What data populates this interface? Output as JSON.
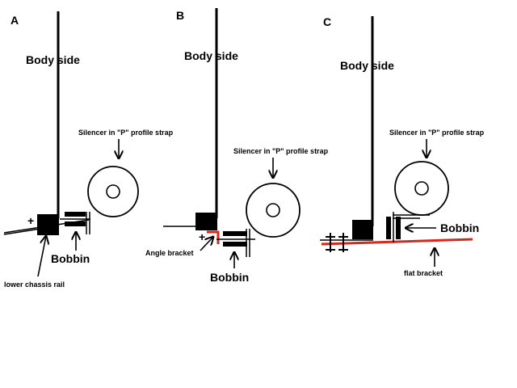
{
  "panels": {
    "a": {
      "letter": "A",
      "body_side": "Body side",
      "silencer": "Silencer in \"P\" profile strap",
      "bobbin": "Bobbin",
      "rail": "lower chassis rail"
    },
    "b": {
      "letter": "B",
      "body_side": "Body side",
      "silencer": "Silencer in \"P\" profile strap",
      "bracket": "Angle bracket",
      "bobbin": "Bobbin"
    },
    "c": {
      "letter": "C",
      "body_side": "Body side",
      "silencer": "Silencer in \"P\" profile strap",
      "bobbin": "Bobbin",
      "bracket": "flat bracket"
    }
  },
  "colors": {
    "ink": "#000000",
    "bracket": "#d42a1e",
    "paper": "#ffffff"
  }
}
